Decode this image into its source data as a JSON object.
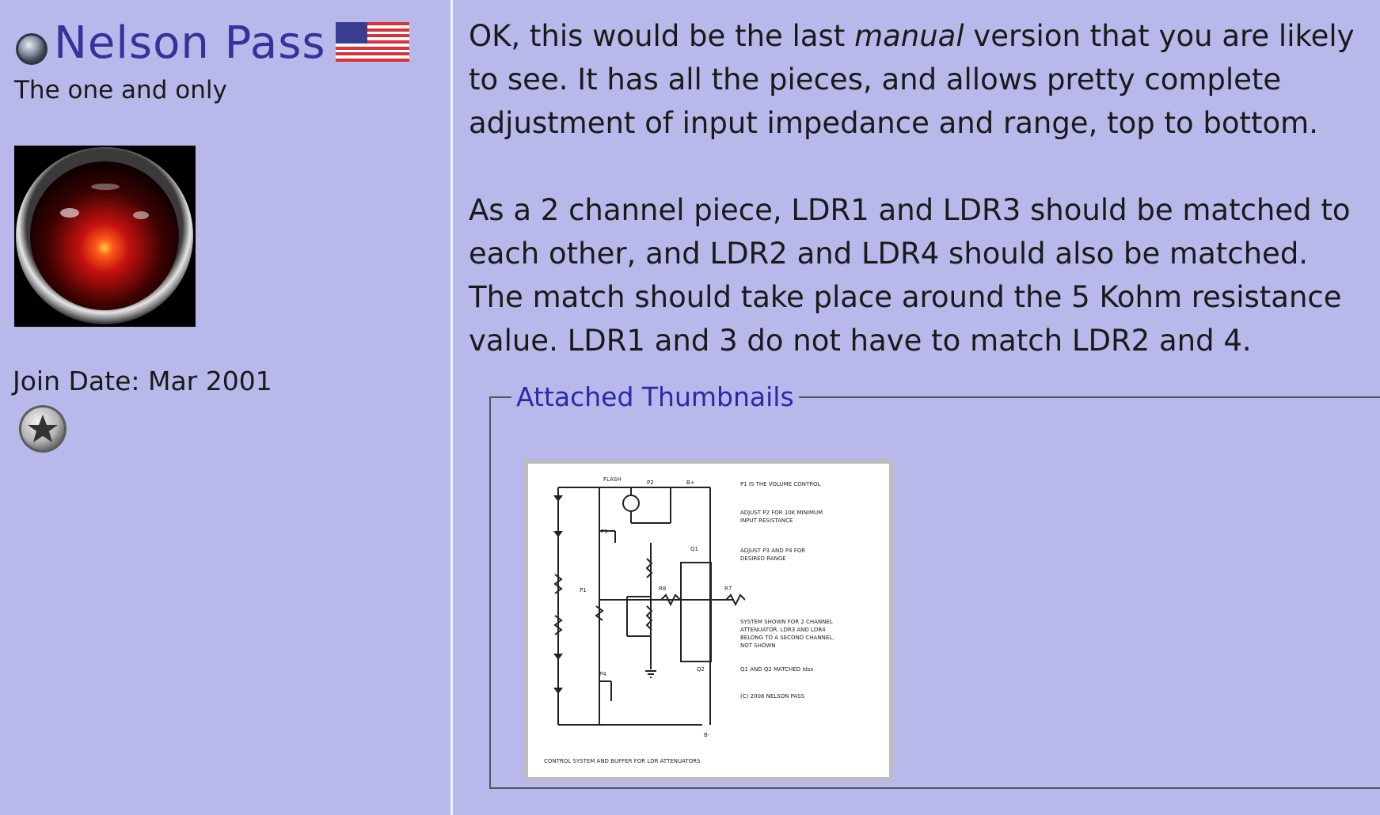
{
  "user": {
    "name": "Nelson Pass",
    "title": "The one and only",
    "join_date": "Join Date: Mar 2001",
    "flag_icon": "us-flag-icon",
    "status_icon": "online-status-icon",
    "rep_icon": "star-reputation-icon"
  },
  "post": {
    "p1_before": "OK, this would be the last ",
    "p1_italic": "manual",
    "p1_after": " version that you are likely to see. It has all the pieces, and allows pretty complete adjustment of input impedance and range, top to bottom.",
    "p2": "As a 2 channel piece, LDR1 and LDR3 should be matched to each other, and LDR2 and LDR4 should also be matched. The match should take place around the 5 Kohm resistance value. LDR1 and 3 do not have to match LDR2 and 4."
  },
  "attachments": {
    "legend": "Attached Thumbnails",
    "thumb": {
      "notes": [
        "P1 IS THE VOLUME CONTROL",
        "ADJUST P2 FOR 10K MINIMUM",
        "INPUT RESISTANCE",
        "ADJUST P3 AND P4 FOR",
        "DESIRED RANGE",
        "SYSTEM SHOWN FOR 2 CHANNEL",
        "ATTENUATOR. LDR3 AND LDR4",
        "BELONG TO A SECOND CHANNEL,",
        "NOT SHOWN",
        "Q1 AND Q2 MATCHED Idss",
        "(C) 2008 NELSON PASS"
      ],
      "caption": "CONTROL SYSTEM AND BUFFER FOR LDR ATTENUATORS",
      "labels": {
        "flash": "FLASH",
        "p2": "P2",
        "q1": "Q1",
        "q2": "Q2",
        "p1": "P1",
        "p3": "P3",
        "p4": "P4",
        "r7": "R7",
        "r8": "R8",
        "b1": "B+",
        "b2": "B-"
      }
    }
  }
}
